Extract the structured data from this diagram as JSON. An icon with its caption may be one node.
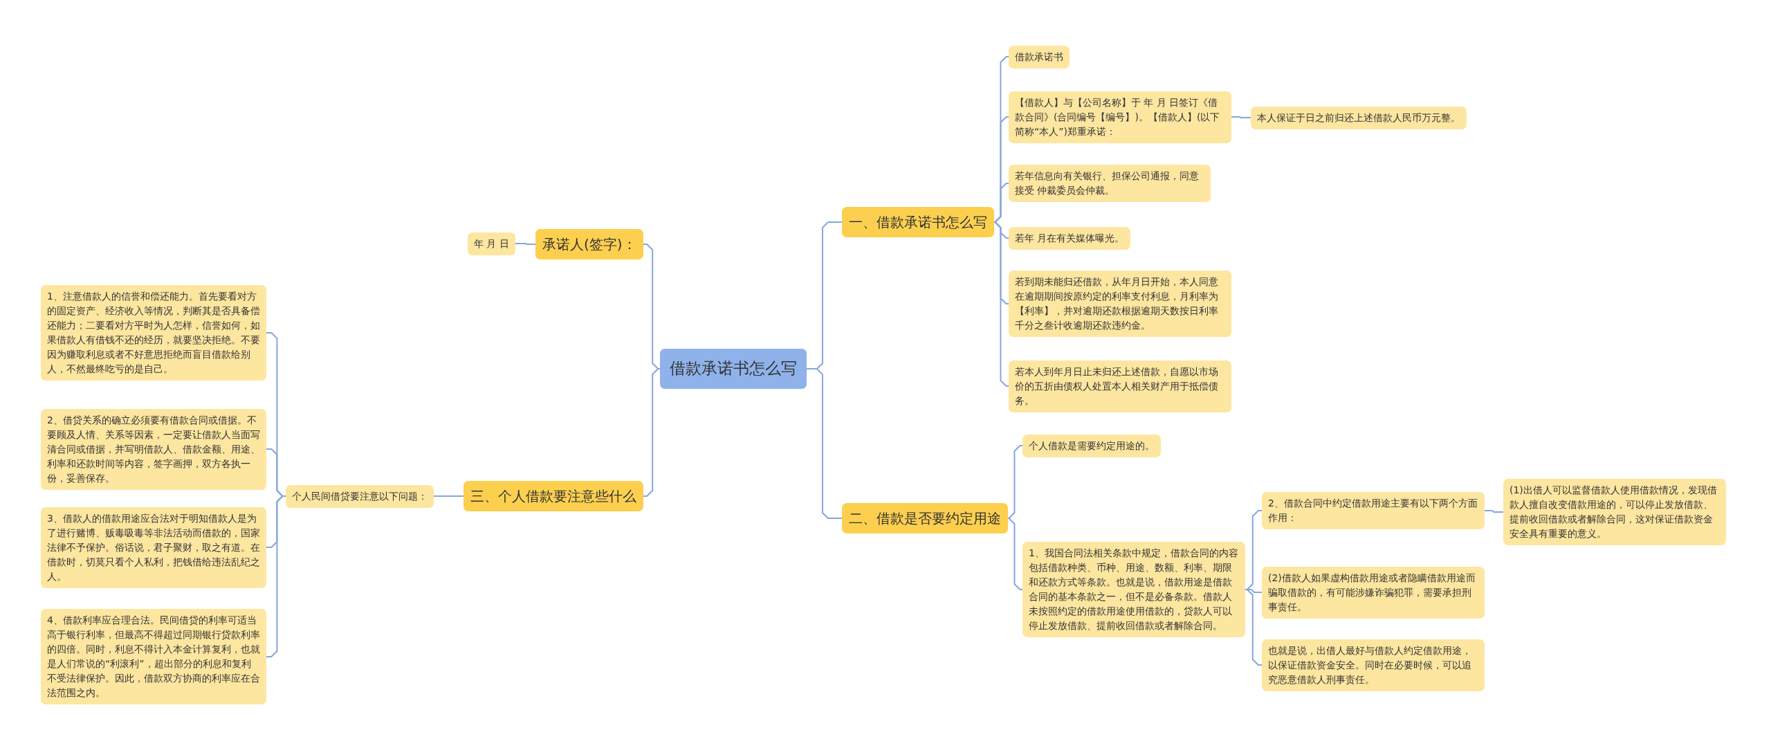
{
  "diagram": {
    "nodes": [
      {
        "text": [
          "借款承诺书怎么写"
        ]
      },
      {
        "text": [
          "一、借款承诺书怎么写"
        ]
      },
      {
        "text": [
          "借款承诺书"
        ]
      },
      {
        "text": [
          "【借款人】与【公司名称】于 年 月 日签订《借款合同》(合同编号【编号】)。【借款人】(以下简称“本人”)郑重承诺："
        ]
      },
      {
        "text": [
          "若年信息向有关银行、担保公司通报，同意接受 仲裁委员会仲裁。"
        ]
      },
      {
        "text": [
          "若年 月在有关媒体曝光。"
        ]
      },
      {
        "text": [
          "若到期未能归还借款，从年月日开始，本人同意在逾期期间按原约定的利率支付利息，月利率为【利率】，并对逾期还款根据逾期天数按日利率千分之叁计收逾期还款违约金。"
        ]
      },
      {
        "text": [
          "若本人到年月日止未归还上述借款，自愿以市场价的五折由债权人处置本人相关财产用于抵偿债务。"
        ]
      },
      {
        "text": [
          "本人保证于日之前归还上述借款人民币万元整。"
        ]
      },
      {
        "text": [
          "二、借款是否要约定用途"
        ]
      },
      {
        "text": [
          "个人借款是需要约定用途的。"
        ]
      },
      {
        "text": [
          "1、我国合同法相关条款中规定，借款合同的内容包括借款种类、币种、用途、数额、利率、期限和还款方式等条款。也就是说，借款用途是借款合同的基本条款之一，但不是必备条款。借款人未按照约定的借款用途使用借款的，贷款人可以停止发放借款、提前收回借款或者解除合同。"
        ]
      },
      {
        "text": [
          "2、借款合同中约定借款用途主要有以下两个方面作用："
        ]
      },
      {
        "text": [
          "(1)出借人可以监督借款人使用借款情况，发现借款人擅自改变借款用途的，可以停止发放借款、提前收回借款或者解除合同，这对保证借款资金安全具有重要的意义。"
        ]
      },
      {
        "text": [
          "(2)借款人如果虚构借款用途或者隐瞒借款用途而骗取借款的，有可能涉嫌诈骗犯罪，需要承担刑事责任。"
        ]
      },
      {
        "text": [
          "也就是说，出借人最好与借款人约定借款用途，以保证借款资金安全。同时在必要时候，可以追究恶意借款人刑事责任。"
        ]
      },
      {
        "text": [
          "承诺人(签字)："
        ]
      },
      {
        "text": [
          "年 月 日"
        ]
      },
      {
        "text": [
          "三、个人借款要注意些什么"
        ]
      },
      {
        "text": [
          "个人民间借贷要注意以下问题："
        ]
      },
      {
        "text": [
          "1、注意借款人的信誉和偿还能力。首先要看对方的固定资产、经济收入等情况，判断其是否具备偿还能力；二要看对方平时为人怎样，信誉如何，如果借款人有借钱不还的经历，就要坚决拒绝。不要因为赚取利息或者不好意思拒绝而盲目借款给别人，不然最终吃亏的是自己。"
        ]
      },
      {
        "text": [
          "2、借贷关系的确立必须要有借款合同或借据。不要顾及人情、关系等因素，一定要让借款人当面写清合同或借据，并写明借款人、借款金额、用途、利率和还款时间等内容，签字画押，双方各执一份，妥善保存。"
        ]
      },
      {
        "text": [
          "3、借款人的借款用途应合法对于明知借款人是为了进行赌博、贩毒吸毒等非法活动而借款的，国家法律不予保护。俗话说，君子聚财，取之有道。在借款时，切莫只看个人私利，把钱借给违法乱纪之人。"
        ]
      },
      {
        "text": [
          "4、借款利率应合理合法。民间借贷的利率可适当高于银行利率，但最高不得超过同期银行贷款利率的四倍。同时，利息不得计入本金计算复利，也就是人们常说的“利滚利”，超出部分的利息和复利不受法律保护。因此，借款双方协商的利率应在合法范围之内。"
        ]
      }
    ],
    "edges": [
      {
        "from": 0,
        "to": 1,
        "arrow": "none"
      },
      {
        "from": 1,
        "to": 2,
        "arrow": "none"
      },
      {
        "from": 1,
        "to": 3,
        "arrow": "none"
      },
      {
        "from": 1,
        "to": 4,
        "arrow": "none"
      },
      {
        "from": 1,
        "to": 5,
        "arrow": "none"
      },
      {
        "from": 1,
        "to": 6,
        "arrow": "none"
      },
      {
        "from": 1,
        "to": 7,
        "arrow": "none"
      },
      {
        "from": 3,
        "to": 8,
        "arrow": "none"
      },
      {
        "from": 0,
        "to": 9,
        "arrow": "none"
      },
      {
        "from": 9,
        "to": 10,
        "arrow": "none"
      },
      {
        "from": 9,
        "to": 11,
        "arrow": "none"
      },
      {
        "from": 11,
        "to": 12,
        "arrow": "none"
      },
      {
        "from": 12,
        "to": 13,
        "arrow": "none"
      },
      {
        "from": 11,
        "to": 14,
        "arrow": "none"
      },
      {
        "from": 11,
        "to": 15,
        "arrow": "none"
      },
      {
        "from": 0,
        "to": 16,
        "arrow": "none"
      },
      {
        "from": 16,
        "to": 17,
        "arrow": "none"
      },
      {
        "from": 0,
        "to": 18,
        "arrow": "none"
      },
      {
        "from": 18,
        "to": 19,
        "arrow": "none"
      },
      {
        "from": 19,
        "to": 20,
        "arrow": "none"
      },
      {
        "from": 19,
        "to": 21,
        "arrow": "none"
      },
      {
        "from": 19,
        "to": 22,
        "arrow": "none"
      },
      {
        "from": 19,
        "to": 23,
        "arrow": "none"
      }
    ]
  }
}
